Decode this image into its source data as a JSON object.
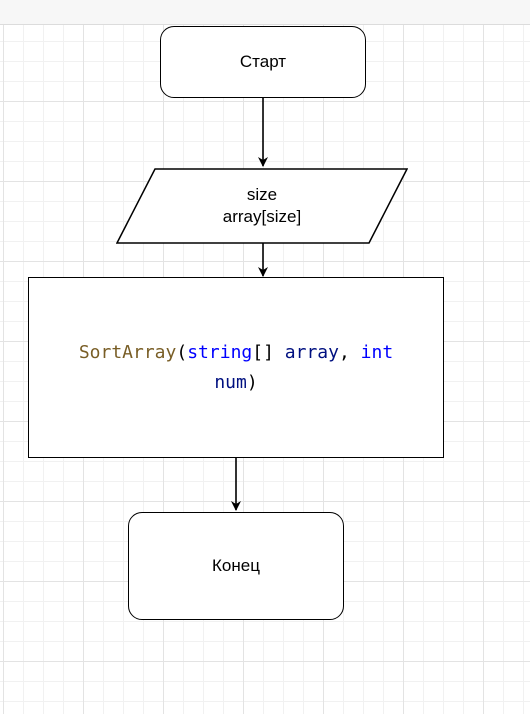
{
  "flowchart": {
    "start": {
      "label": "Старт"
    },
    "input": {
      "line1": "size",
      "line2": "array[size]"
    },
    "process": {
      "method": "SortArray",
      "open_paren": "(",
      "type_string": "string",
      "brackets": "[] ",
      "param_array": "array",
      "comma": ", ",
      "type_int": "int",
      "param_num": "num",
      "close_paren": ")"
    },
    "end": {
      "label": "Конец"
    }
  },
  "colors": {
    "method": "#795e26",
    "keyword": "#0000ff",
    "parameter": "#001080",
    "stroke": "#000000",
    "grid": "#e3e3e3"
  }
}
